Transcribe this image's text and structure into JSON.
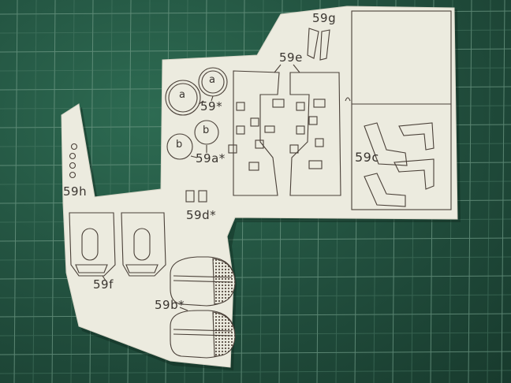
{
  "labels": {
    "l59g": "59g",
    "l59e": "59e",
    "l59star": "59*",
    "l59a": "59a*",
    "l59c": "59c",
    "l59h": "59h",
    "l59d": "59d*",
    "l59f": "59f",
    "l59b": "59b*",
    "ca1": "a",
    "ca2": "a",
    "cb1": "b",
    "cb2": "b"
  },
  "colors": {
    "mat": "#214e3d",
    "grid": "#6f9a86",
    "paper": "#ecebdf",
    "ink": "#4a4038"
  }
}
